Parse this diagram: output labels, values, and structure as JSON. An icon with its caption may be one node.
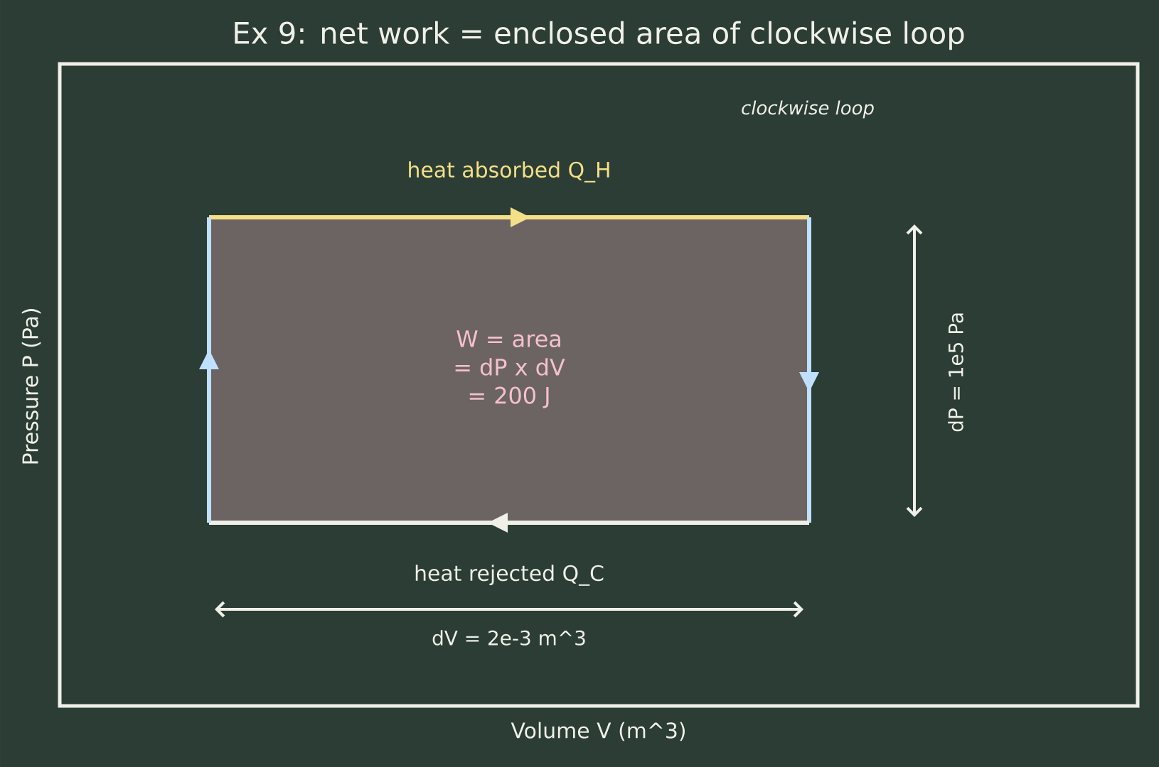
{
  "diagram": {
    "title": "Ex 9: net work = enclosed area of clockwise loop",
    "nodes": [
      {
        "text": [
          "W = area = dP x dV = 200 J"
        ]
      }
    ],
    "labels": [
      "clockwise loop",
      "heat absorbed  Q_H",
      "heat rejected  Q_C",
      "dV = 2e-3 m^3",
      "dP = 1e5 Pa",
      "Pressure  P  (Pa)",
      "Volume  V  (m^3)"
    ]
  }
}
